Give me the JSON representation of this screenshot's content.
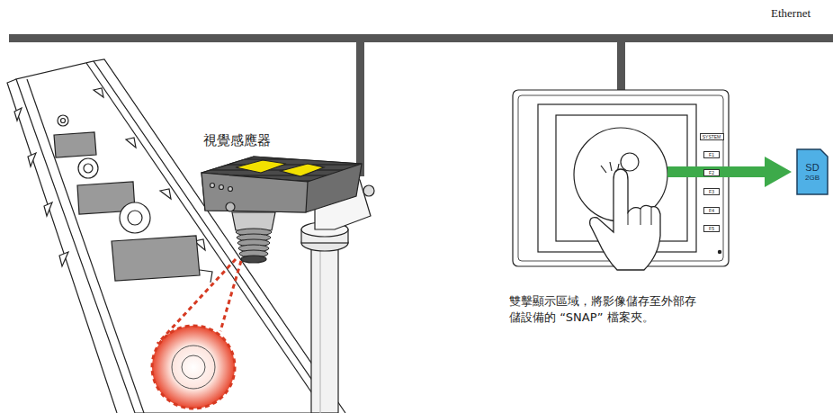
{
  "diagram": {
    "nodes": [
      {
        "text": [
          "SYSTEM"
        ]
      },
      {
        "text": [
          "F1"
        ]
      },
      {
        "text": [
          "F2"
        ]
      },
      {
        "text": [
          "F3"
        ]
      },
      {
        "text": [
          "F4"
        ]
      },
      {
        "text": [
          "F5"
        ]
      },
      {
        "text": [
          "SD",
          "2GB"
        ]
      }
    ],
    "labels": [
      "Ethernet",
      "視覺感應器",
      "雙擊顯示區域，將影像儲存至外部存儲設備的 “SNAP” 檔案夾。"
    ]
  }
}
